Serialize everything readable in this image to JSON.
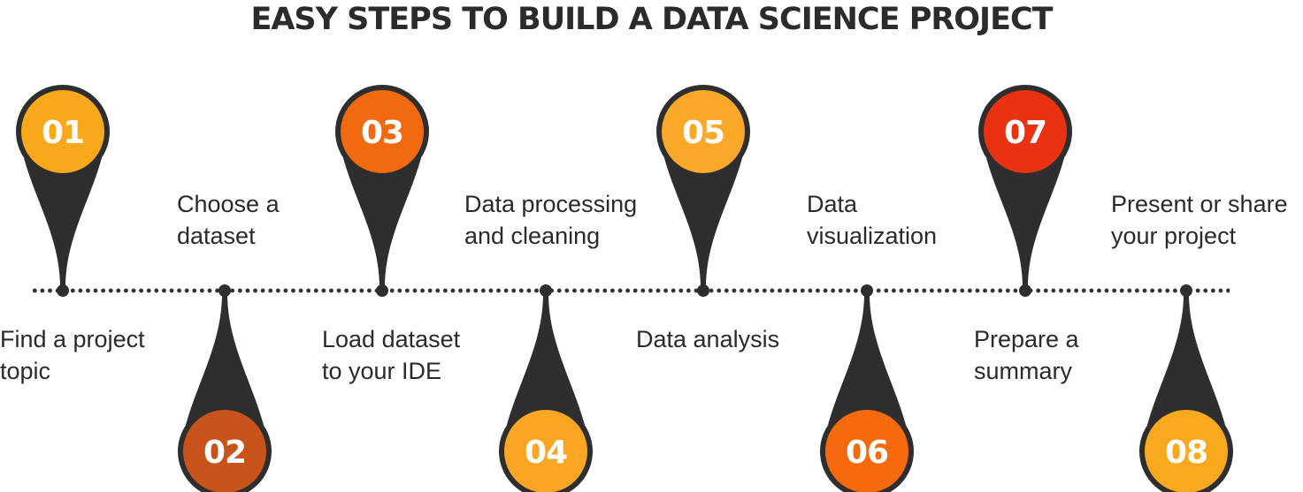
{
  "title": "EASY STEPS TO BUILD A DATA SCIENCE PROJECT",
  "steps": [
    {
      "number": "01",
      "label": "Find a project\ntopic",
      "color": "#F7A81B",
      "position": "top"
    },
    {
      "number": "02",
      "label": "Choose a\ndataset",
      "color": "#C8541C",
      "position": "bottom"
    },
    {
      "number": "03",
      "label": "Load dataset\nto your IDE",
      "color": "#F26A10",
      "position": "top"
    },
    {
      "number": "04",
      "label": "Data processing\nand cleaning",
      "color": "#F8A623",
      "position": "bottom"
    },
    {
      "number": "05",
      "label": "Data analysis",
      "color": "#F9A828",
      "position": "top"
    },
    {
      "number": "06",
      "label": "Data\nvisualization",
      "color": "#F46A0D",
      "position": "bottom"
    },
    {
      "number": "07",
      "label": "Prepare a\nsummary",
      "color": "#E93212",
      "position": "top"
    },
    {
      "number": "08",
      "label": "Present or share\nyour project",
      "color": "#F8A91E",
      "position": "bottom"
    }
  ]
}
